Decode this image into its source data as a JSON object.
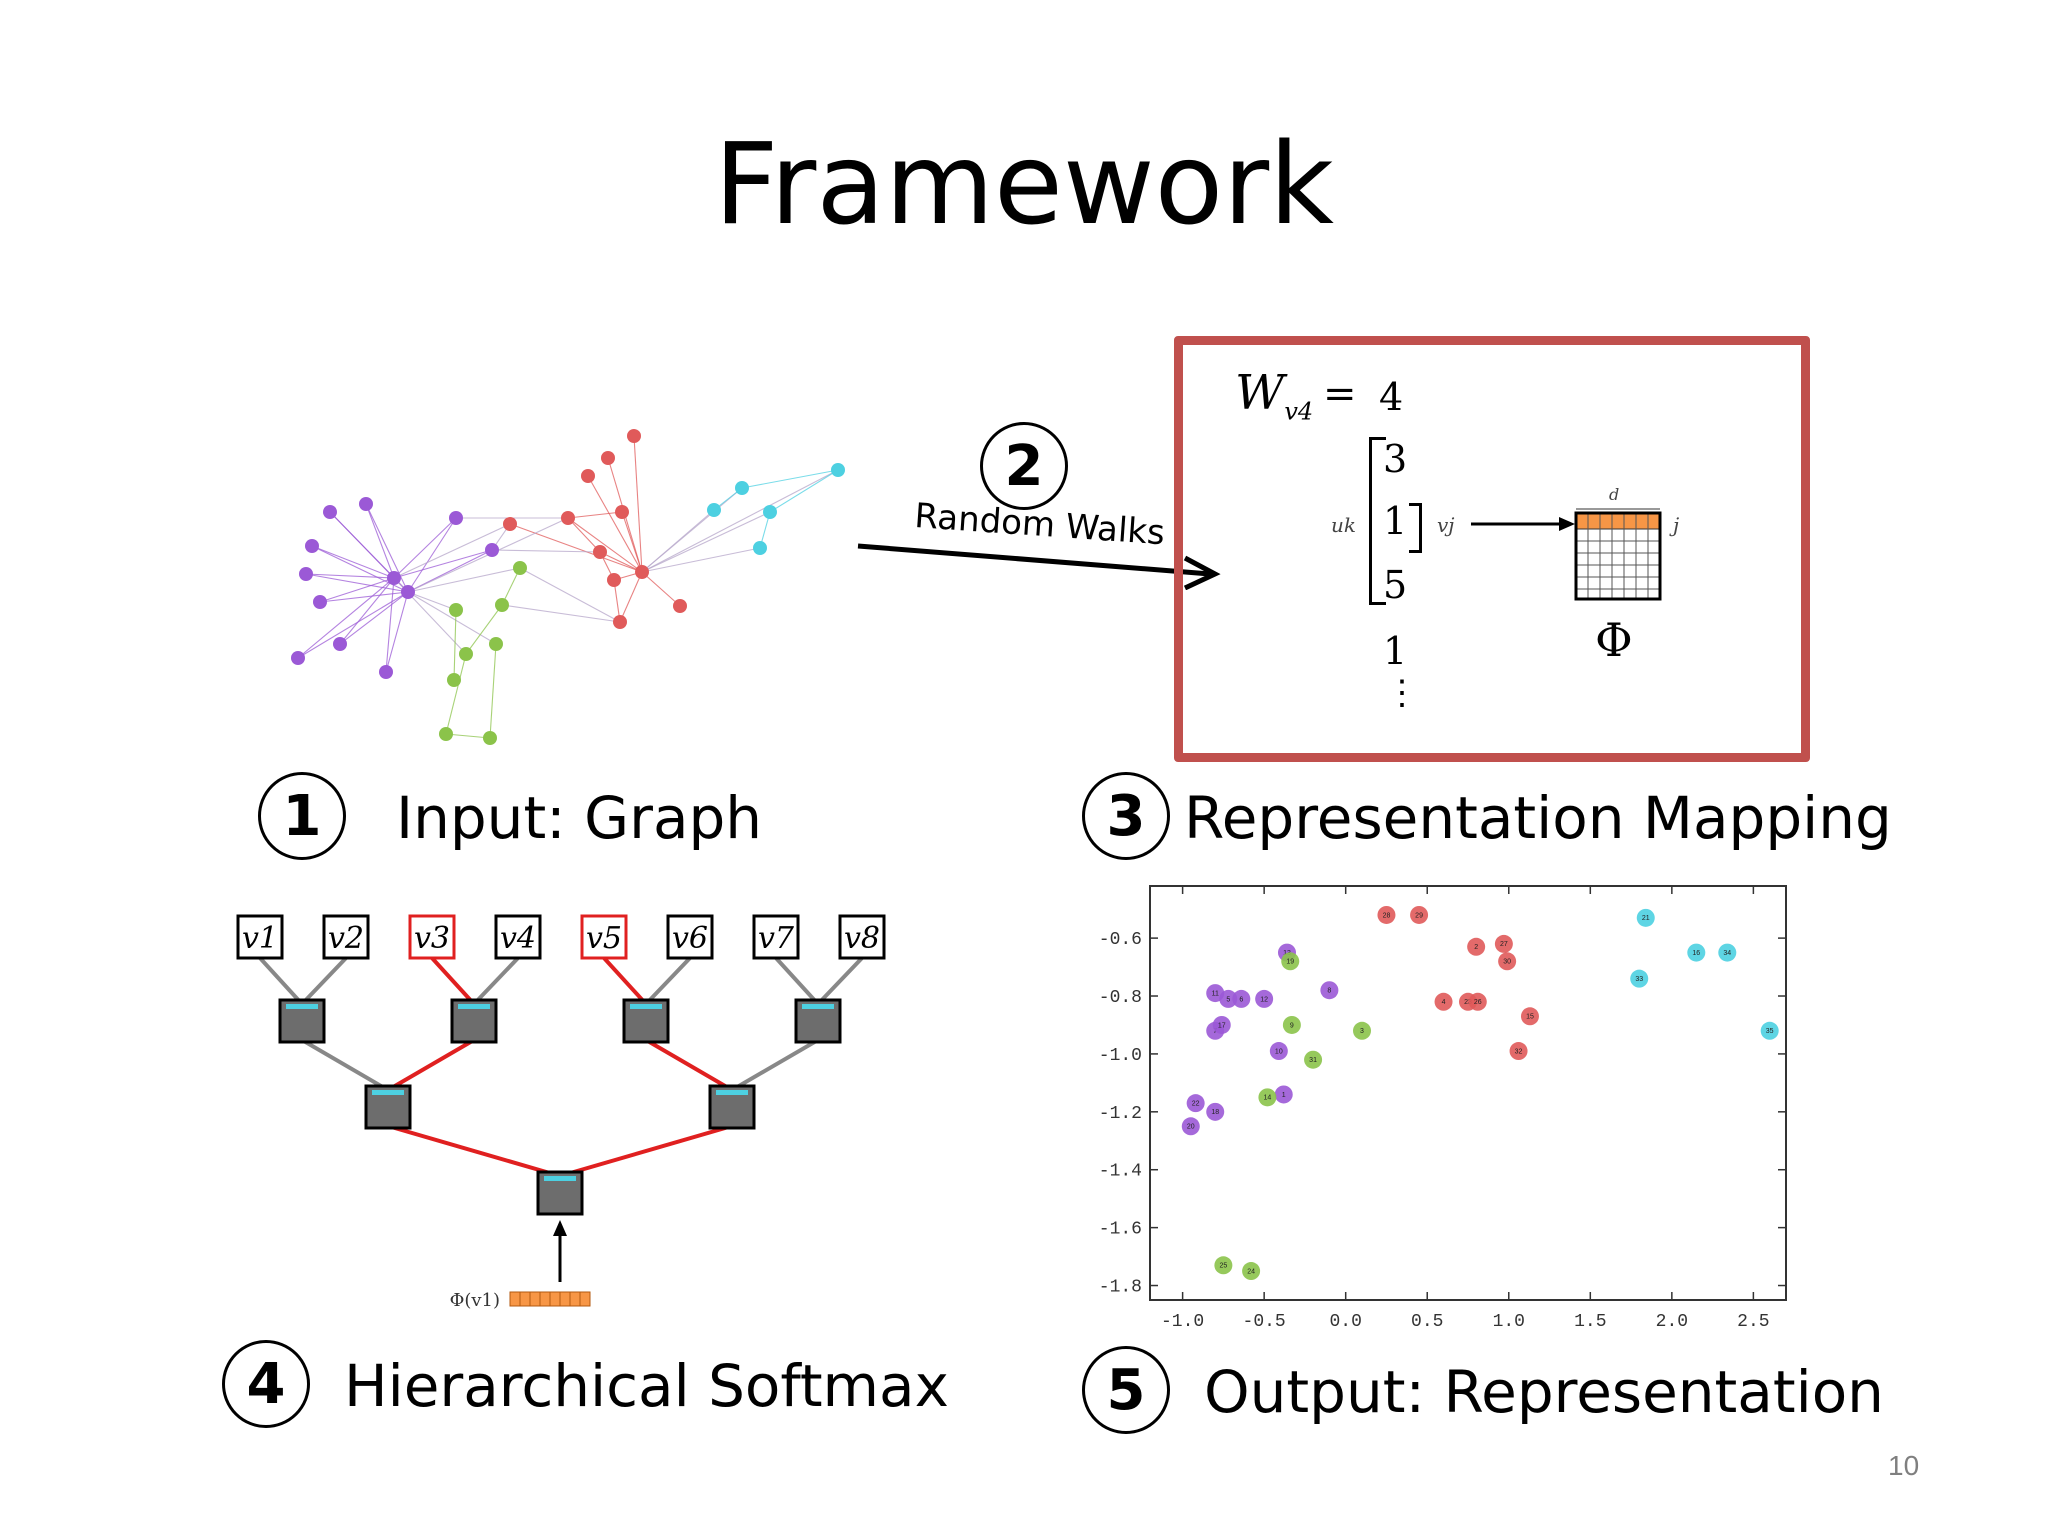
{
  "title": "Framework",
  "steps": [
    {
      "number": "1",
      "label": "Input: Graph"
    },
    {
      "number": "2",
      "label": "Random Walks"
    },
    {
      "number": "3",
      "label": "Representation Mapping"
    },
    {
      "number": "4",
      "label": "Hierarchical Softmax"
    },
    {
      "number": "5",
      "label": "Output: Representation"
    }
  ],
  "mapping": {
    "walk_symbol": "W",
    "walk_subscript": "v4",
    "equals": "=",
    "walk_values": [
      "4",
      "3",
      "1",
      "5",
      "1",
      "⋮"
    ],
    "context_left": "uk",
    "context_right": "vj",
    "matrix_d": "d",
    "matrix_j": "j",
    "phi": "Φ",
    "box_color": "#c0504d",
    "row_color": "#f79646"
  },
  "tree": {
    "leaves": [
      "v1",
      "v2",
      "v3",
      "v4",
      "v5",
      "v6",
      "v7",
      "v8"
    ],
    "highlighted_leaves": [
      "v3",
      "v5"
    ],
    "input_label": "Φ(v1)",
    "path_color": "#e02020"
  },
  "slide_number": "10",
  "chart_data": {
    "type": "scatter",
    "xlim": [
      -1.2,
      2.7
    ],
    "ylim": [
      -1.85,
      -0.42
    ],
    "xticks": [
      "-1.0",
      "-0.5",
      "0.0",
      "0.5",
      "1.0",
      "1.5",
      "2.0",
      "2.5"
    ],
    "yticks": [
      "-0.6",
      "-0.8",
      "-1.0",
      "-1.2",
      "-1.4",
      "-1.6",
      "-1.8"
    ],
    "xlabel": "",
    "ylabel": "",
    "series": [
      {
        "color": "#9b59d6",
        "points": [
          {
            "id": "11",
            "x": -0.8,
            "y": -0.79
          },
          {
            "id": "5",
            "x": -0.72,
            "y": -0.81
          },
          {
            "id": "6",
            "x": -0.64,
            "y": -0.81
          },
          {
            "id": "12",
            "x": -0.5,
            "y": -0.81
          },
          {
            "id": "7",
            "x": -0.8,
            "y": -0.92
          },
          {
            "id": "17",
            "x": -0.76,
            "y": -0.9
          },
          {
            "id": "13",
            "x": -0.36,
            "y": -0.65
          },
          {
            "id": "8",
            "x": -0.1,
            "y": -0.78
          },
          {
            "id": "10",
            "x": -0.41,
            "y": -0.99
          },
          {
            "id": "22",
            "x": -0.92,
            "y": -1.17
          },
          {
            "id": "18",
            "x": -0.8,
            "y": -1.2
          },
          {
            "id": "20",
            "x": -0.95,
            "y": -1.25
          },
          {
            "id": "1",
            "x": -0.38,
            "y": -1.14
          }
        ]
      },
      {
        "color": "#8bc34a",
        "points": [
          {
            "id": "19",
            "x": -0.34,
            "y": -0.68
          },
          {
            "id": "9",
            "x": -0.33,
            "y": -0.9
          },
          {
            "id": "31",
            "x": -0.2,
            "y": -1.02
          },
          {
            "id": "3",
            "x": 0.1,
            "y": -0.92
          },
          {
            "id": "14",
            "x": -0.48,
            "y": -1.15
          },
          {
            "id": "25",
            "x": -0.75,
            "y": -1.73
          },
          {
            "id": "24",
            "x": -0.58,
            "y": -1.75
          }
        ]
      },
      {
        "color": "#e05a5a",
        "points": [
          {
            "id": "28",
            "x": 0.25,
            "y": -0.52
          },
          {
            "id": "29",
            "x": 0.45,
            "y": -0.52
          },
          {
            "id": "2",
            "x": 0.8,
            "y": -0.63
          },
          {
            "id": "27",
            "x": 0.97,
            "y": -0.62
          },
          {
            "id": "30",
            "x": 0.99,
            "y": -0.68
          },
          {
            "id": "4",
            "x": 0.6,
            "y": -0.82
          },
          {
            "id": "23",
            "x": 0.75,
            "y": -0.82
          },
          {
            "id": "26",
            "x": 0.81,
            "y": -0.82
          },
          {
            "id": "15",
            "x": 1.13,
            "y": -0.87
          },
          {
            "id": "32",
            "x": 1.06,
            "y": -0.99
          }
        ]
      },
      {
        "color": "#4dd0e1",
        "points": [
          {
            "id": "21",
            "x": 1.84,
            "y": -0.53
          },
          {
            "id": "16",
            "x": 2.15,
            "y": -0.65
          },
          {
            "id": "34",
            "x": 2.34,
            "y": -0.65
          },
          {
            "id": "33",
            "x": 1.8,
            "y": -0.74
          },
          {
            "id": "35",
            "x": 2.6,
            "y": -0.92
          }
        ]
      }
    ]
  }
}
